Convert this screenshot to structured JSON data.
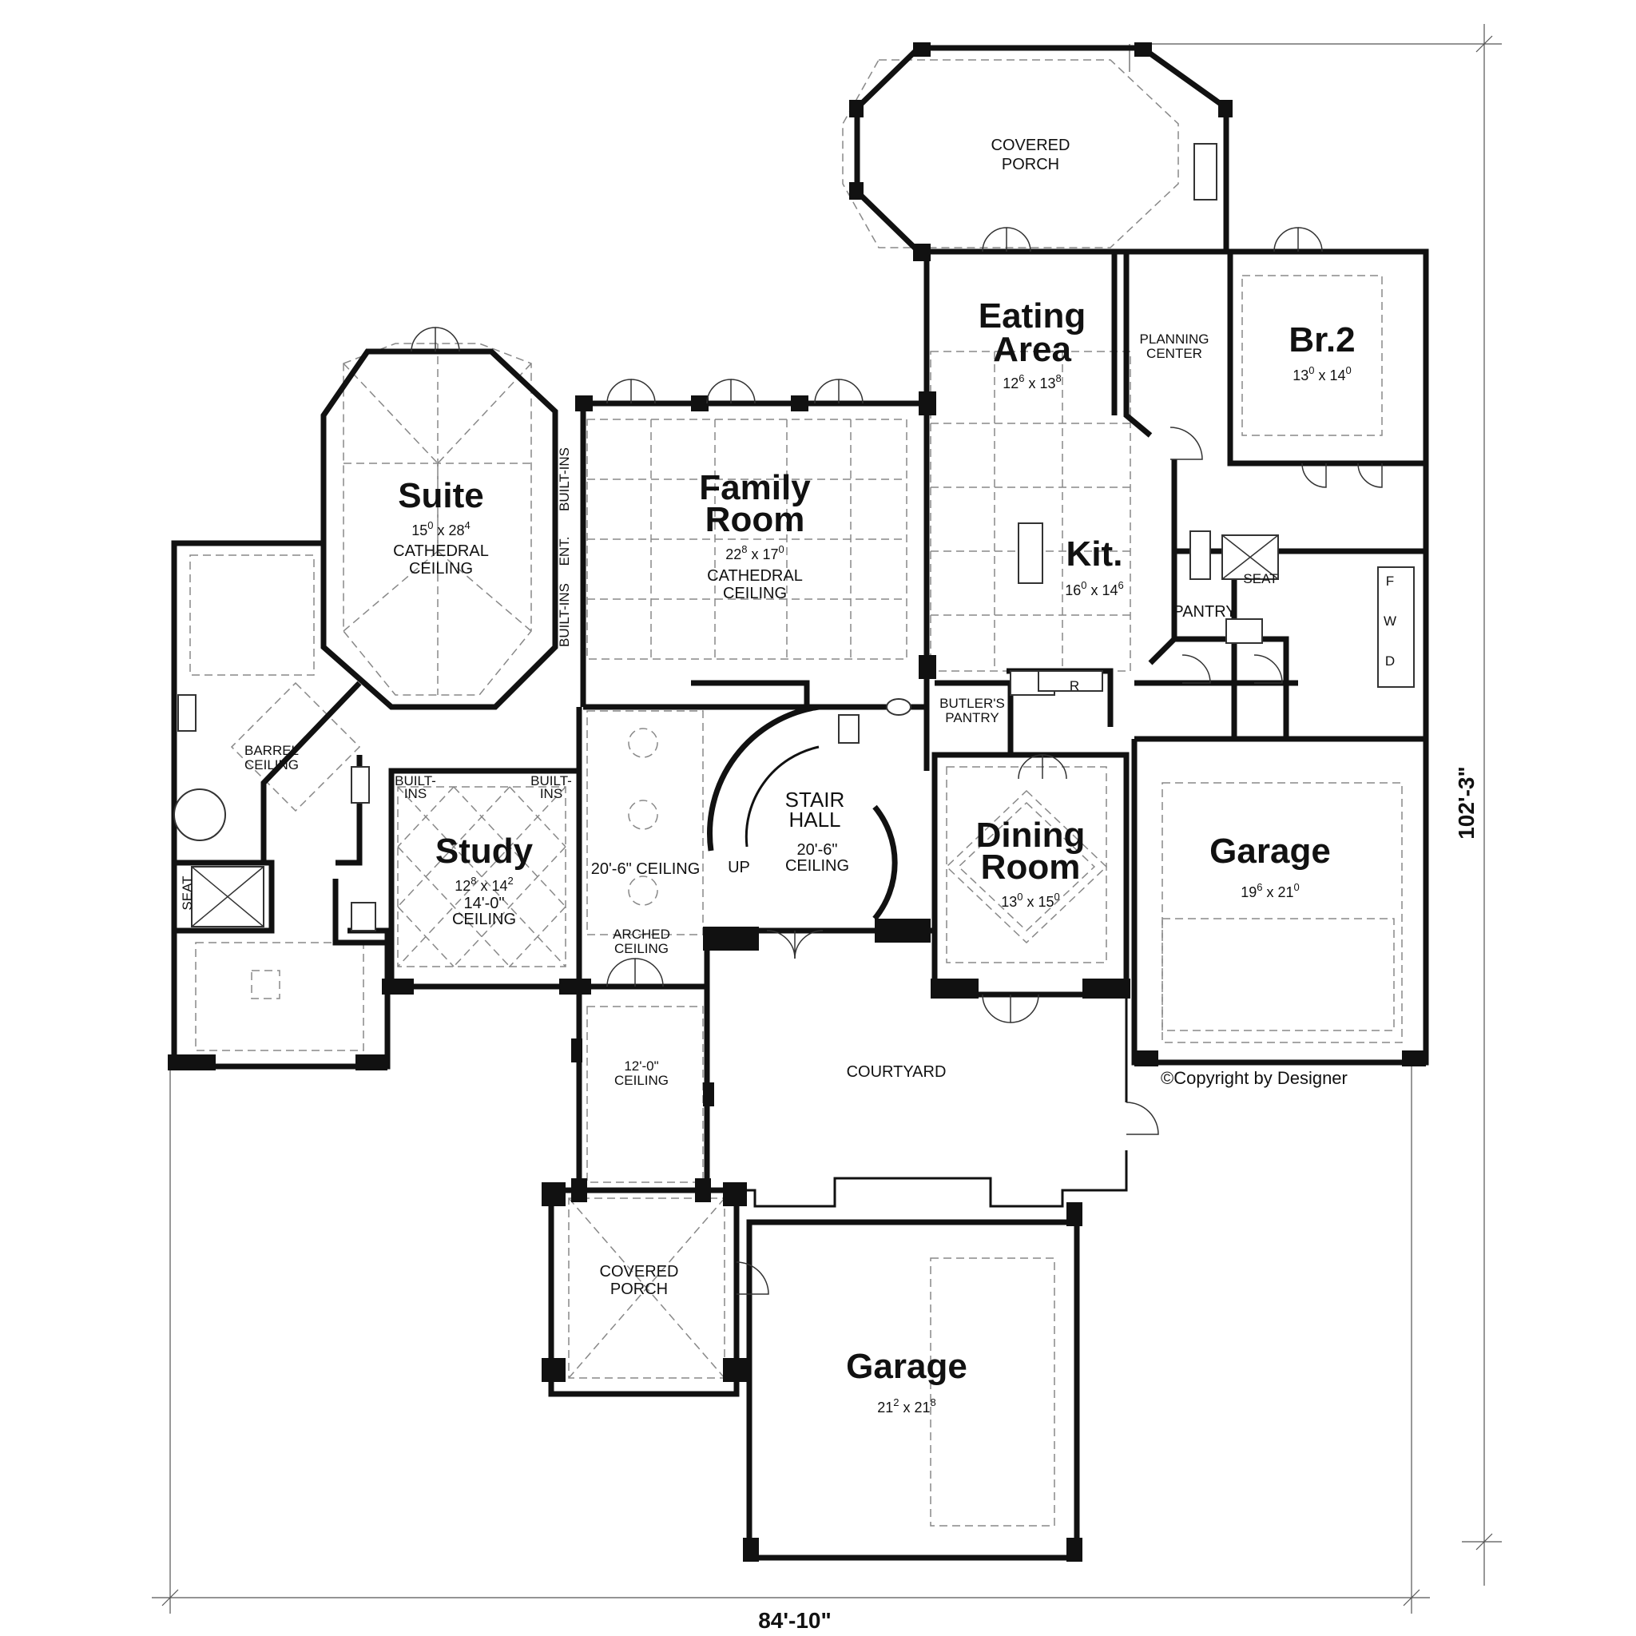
{
  "rooms": {
    "covered_porch_top": {
      "line1": "COVERED",
      "line2": "PORCH"
    },
    "eating_area": {
      "line1": "Eating",
      "line2": "Area",
      "w": "12",
      "w_in": "6",
      "d": "13",
      "d_in": "8"
    },
    "planning_center": {
      "line1": "PLANNING",
      "line2": "CENTER"
    },
    "br2": {
      "title": "Br.2",
      "w": "13",
      "w_in": "0",
      "d": "14",
      "d_in": "0"
    },
    "suite": {
      "title": "Suite",
      "w": "15",
      "w_in": "0",
      "d": "28",
      "d_in": "4",
      "note1": "CATHEDRAL",
      "note2": "CEILING"
    },
    "family_room": {
      "line1": "Family",
      "line2": "Room",
      "w": "22",
      "w_in": "8",
      "d": "17",
      "d_in": "0",
      "note1": "CATHEDRAL",
      "note2": "CEILING"
    },
    "kitchen": {
      "title": "Kit.",
      "w": "16",
      "w_in": "0",
      "d": "14",
      "d_in": "6"
    },
    "built_ins_a": "BUILT-INS",
    "ent": "ENT.",
    "built_ins_b": "BUILT-INS",
    "seat_bath": "SEAT",
    "pantry": "PANTRY",
    "laundry": {
      "f": "F",
      "w": "W",
      "d": "D"
    },
    "refrigerator": "R",
    "butlers_pantry": {
      "line1": "BUTLER'S",
      "line2": "PANTRY"
    },
    "barrel_ceiling": {
      "line1": "BARREL",
      "line2": "CEILING"
    },
    "study": {
      "title": "Study",
      "w": "12",
      "w_in": "8",
      "d": "14",
      "d_in": "2",
      "note1": "14'-0\"",
      "note2": "CEILING",
      "builtins_left": {
        "line1": "BUILT-",
        "line2": "INS"
      },
      "builtins_right": {
        "line1": "BUILT-",
        "line2": "INS"
      }
    },
    "stair_hall": {
      "line1": "STAIR",
      "line2": "HALL",
      "note1": "20'-6\"",
      "note2": "CEILING",
      "up": "UP"
    },
    "gallery_ceiling": "20'-6\" CEILING",
    "dining_room": {
      "line1": "Dining",
      "line2": "Room",
      "w": "13",
      "w_in": "0",
      "d": "15",
      "d_in": "0"
    },
    "garage_right": {
      "title": "Garage",
      "w": "19",
      "w_in": "6",
      "d": "21",
      "d_in": "0"
    },
    "seat_master": "SEAT",
    "arched_ceiling": {
      "line1": "ARCHED",
      "line2": "CEILING"
    },
    "entry_ceiling": {
      "line1": "12'-0\"",
      "line2": "CEILING"
    },
    "courtyard": "COURTYARD",
    "covered_porch_bottom": {
      "line1": "COVERED",
      "line2": "PORCH"
    },
    "garage_bottom": {
      "title": "Garage",
      "w": "21",
      "w_in": "2",
      "d": "21",
      "d_in": "8"
    }
  },
  "copyright": "©Copyright by Designer",
  "dimensions": {
    "width": "84'-10\"",
    "depth": "102'-3\""
  }
}
